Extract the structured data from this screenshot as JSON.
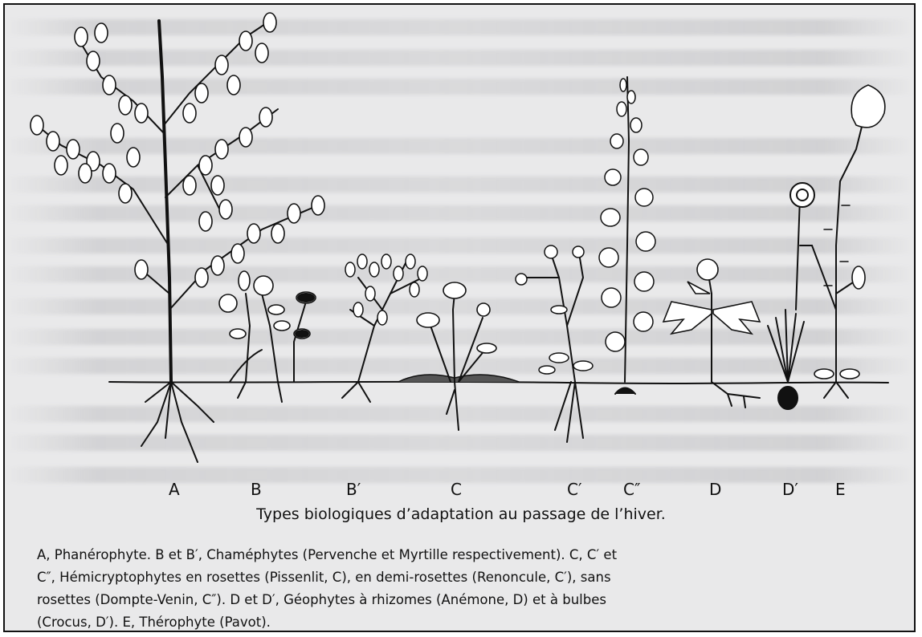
{
  "figure": {
    "labels": [
      "A",
      "B",
      "B′",
      "C",
      "C′",
      "C″",
      "D",
      "D′",
      "E"
    ],
    "title": "Types biologiques d’adaptation au passage de l’hiver.",
    "caption_lines": [
      "A, Phanérophyte. B et B′, Chaméphytes (Pervenche et Myrtille respectivement). C, C′ et",
      "C″, Hémicryptophytes en rosettes (Pissenlit, C), en demi-rosettes (Renoncule, C′), sans",
      "rosettes (Dompte-Venin, C″). D et D′, Géophytes à rhizomes (Anémone, D) et à bulbes",
      "(Crocus, D′). E, Thérophyte (Pavot)."
    ]
  },
  "colors": {
    "ink": "#111111",
    "paper": "#e9e9ea"
  }
}
